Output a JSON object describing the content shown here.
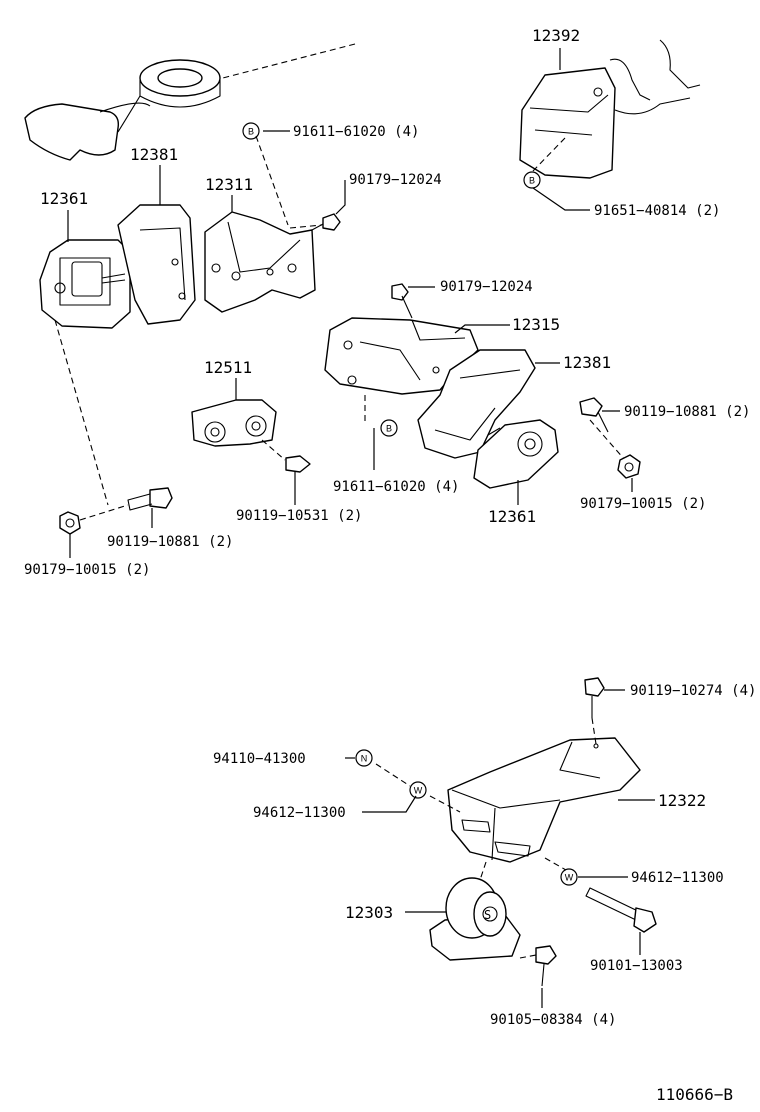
{
  "labels": {
    "p12392": "12392",
    "p91651_40814": "91651−40814 (2)",
    "p12381_top": "12381",
    "p91611_61020_top": "91611−61020 (4)",
    "p12311": "12311",
    "p90179_12024_top": "90179−12024",
    "p12361_top": "12361",
    "p90179_12024_mid": "90179−12024",
    "p12315": "12315",
    "p12381_mid": "12381",
    "p12511": "12511",
    "p90119_10881_right": "90119−10881 (2)",
    "p91611_61020_mid": "91611−61020 (4)",
    "p90179_10015_right": "90179−10015 (2)",
    "p12361_mid": "12361",
    "p90119_10531": "90119−10531 (2)",
    "p90119_10881_left": "90119−10881 (2)",
    "p90179_10015_left": "90179−10015 (2)",
    "p90119_10274": "90119−10274 (4)",
    "p94110_41300": "94110−41300",
    "p94612_11300_left": "94612−11300",
    "p12322": "12322",
    "p94612_11300_right": "94612−11300",
    "p12303": "12303",
    "p90101_13003": "90101−13003",
    "p90105_08384": "90105−08384 (4)",
    "diagram_id": "110666−B"
  },
  "markers": {
    "b": "B",
    "n": "N",
    "w": "W"
  }
}
